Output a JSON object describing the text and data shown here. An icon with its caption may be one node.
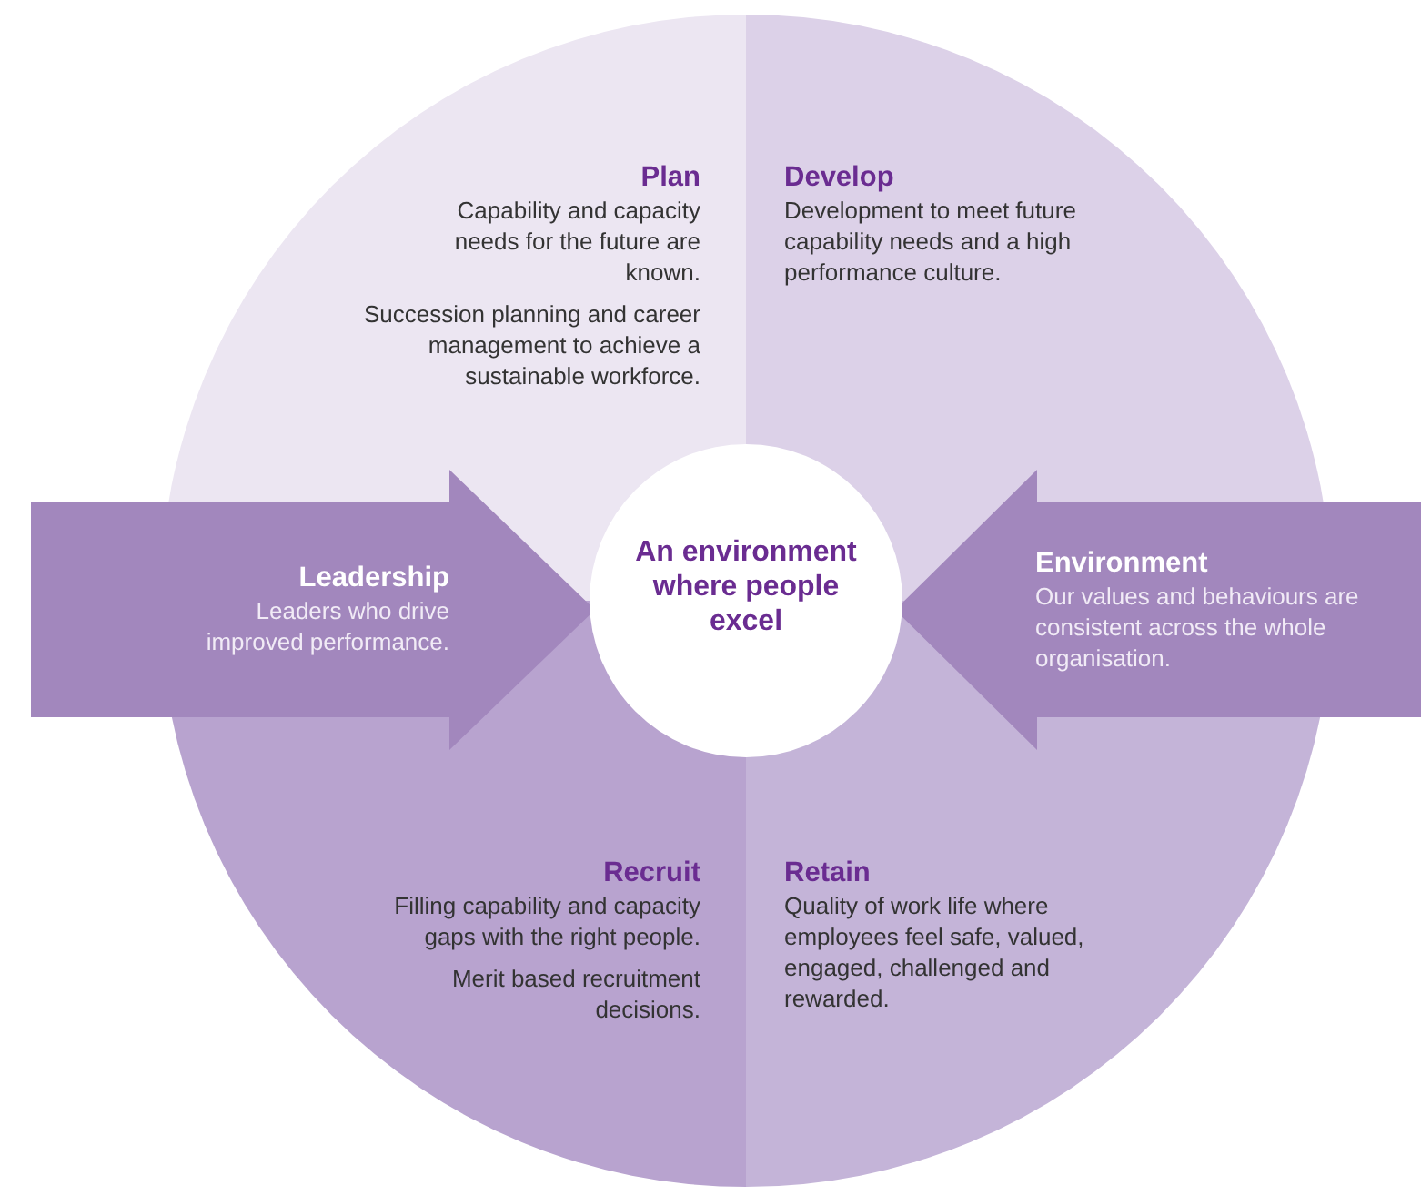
{
  "diagram": {
    "nodes": [
      {
        "text": [
          "Plan",
          "Capability and capacity needs for the future are known.",
          "Succession planning and career management to achieve a sustainable workforce."
        ]
      },
      {
        "text": [
          "Develop",
          "Development to meet future capability needs and a high performance culture."
        ]
      },
      {
        "text": [
          "Leadership",
          "Leaders who drive improved performance."
        ]
      },
      {
        "text": [
          "An environment where people excel"
        ]
      },
      {
        "text": [
          "Environment",
          "Our values and behaviours are consistent across the whole organisation."
        ]
      },
      {
        "text": [
          "Recruit",
          "Filling capability and capacity gaps with the right people.",
          "Merit based recruitment decisions."
        ]
      },
      {
        "text": [
          "Retain",
          "Quality of work life where employees feel safe, valued, engaged, challenged and rewarded."
        ]
      }
    ]
  }
}
